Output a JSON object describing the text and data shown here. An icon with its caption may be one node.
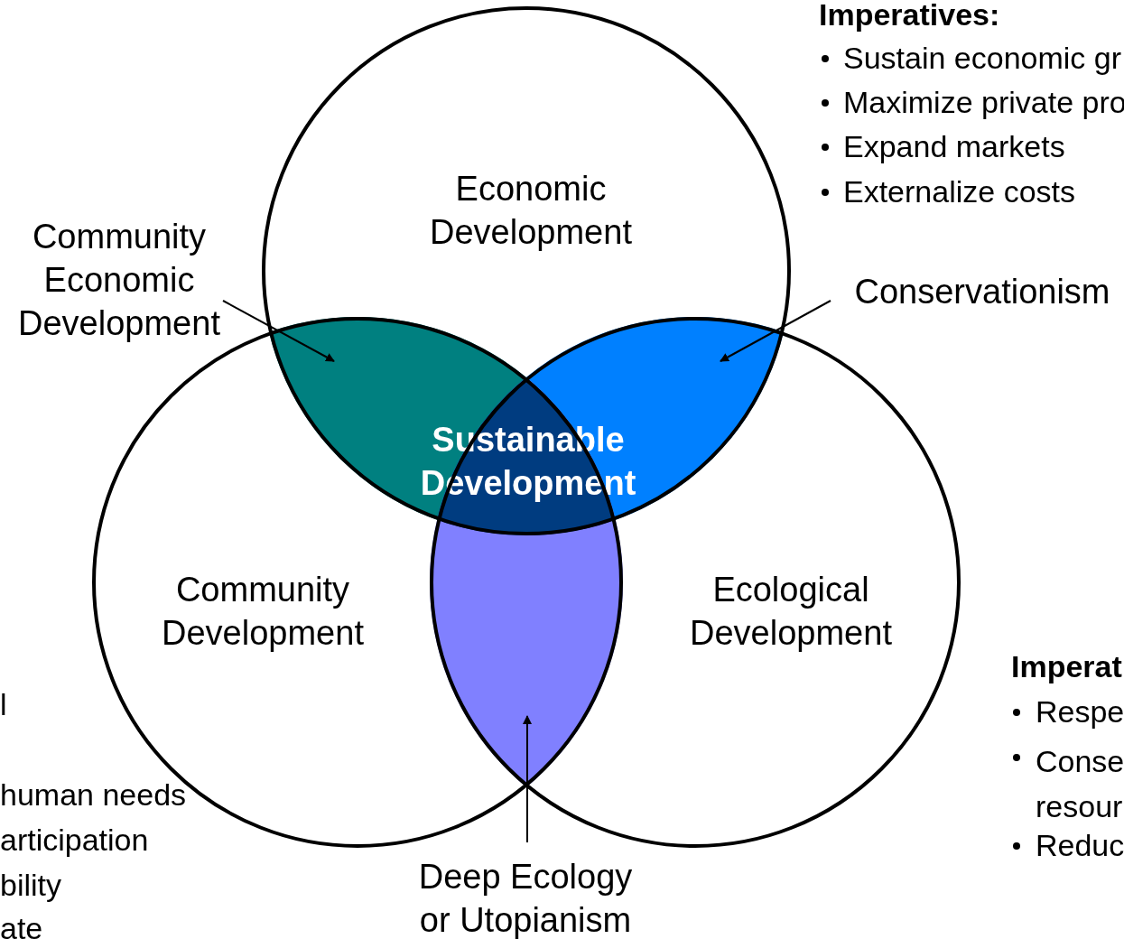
{
  "diagram": {
    "nodes": [
      {
        "text": [
          "Economic Development"
        ]
      },
      {
        "text": [
          "Community Development"
        ]
      },
      {
        "text": [
          "Ecological Development"
        ]
      },
      {
        "text": [],
        "shape": "lens"
      },
      {
        "text": [],
        "shape": "lens"
      },
      {
        "text": [],
        "shape": "lens"
      },
      {
        "text": [
          "Sustainable Development"
        ]
      },
      {
        "text": [
          "Community Economic Development"
        ]
      },
      {
        "text": [
          "Conservationism"
        ]
      },
      {
        "text": [
          "Deep Ecology or Utopianism"
        ]
      }
    ],
    "edges": [
      {
        "from": 7,
        "to": 3,
        "arrow": "to"
      },
      {
        "from": 8,
        "to": 4,
        "arrow": "to"
      },
      {
        "from": 9,
        "to": 5,
        "arrow": "to"
      }
    ],
    "labels": [
      "Imperatives:",
      "Sustain economic gr",
      "Maximize private pro",
      "Expand markets",
      "Externalize costs",
      "l",
      "human needs",
      "articipation",
      "bility",
      "ate",
      "Imperati",
      "Respe",
      "Conse resour",
      "Reduc"
    ]
  }
}
